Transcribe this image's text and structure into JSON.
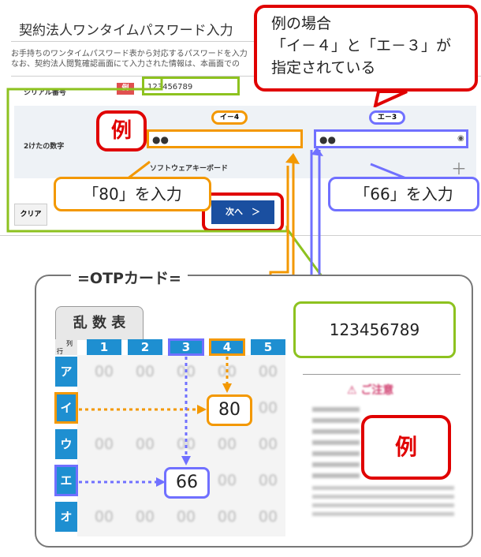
{
  "page": {
    "title": "契約法人ワンタイムパスワード入力",
    "description_line1": "お手持ちのワンタイムパスワード表から対応するパスワードを入力",
    "description_line2": "なお、契約法人閲覧確認画面にて入力された情報は、本画面での"
  },
  "form": {
    "serial_label": "シリアル番号",
    "serial_tag": "例",
    "serial_value": "123456789",
    "digits_label": "2けたの数字",
    "col_header_1": "イ－4",
    "col_header_2": "エ－3",
    "digits_value_1": "●●",
    "digits_value_2": "●●",
    "software_keyboard": "ソフトウェアキーボード",
    "clear_button": "クリア",
    "next_button": "次へ　＞"
  },
  "callouts": {
    "example_title_line1": "例の場合",
    "example_title_line2": "「イ－４」と「エ－３」が",
    "example_title_line3": "指定されている",
    "example_badge": "例",
    "input_80": "「80」を入力",
    "input_66": "「66」を入力",
    "serial_number": "123456789",
    "card_example": "例"
  },
  "otp_card": {
    "title": "=OTPカード=",
    "tab": "乱 数 表",
    "corner_col": "列",
    "corner_row": "行",
    "columns": [
      "1",
      "2",
      "3",
      "4",
      "5"
    ],
    "rows": [
      "ア",
      "イ",
      "ウ",
      "エ",
      "オ"
    ],
    "placeholder": "00",
    "value_80": "80",
    "value_66": "66",
    "notice_title": "ご注意"
  },
  "colors": {
    "orange": "#f39800",
    "blue": "#7070ff",
    "green": "#8dc21f",
    "red": "#e00000",
    "table_blue": "#1e8fd1"
  }
}
